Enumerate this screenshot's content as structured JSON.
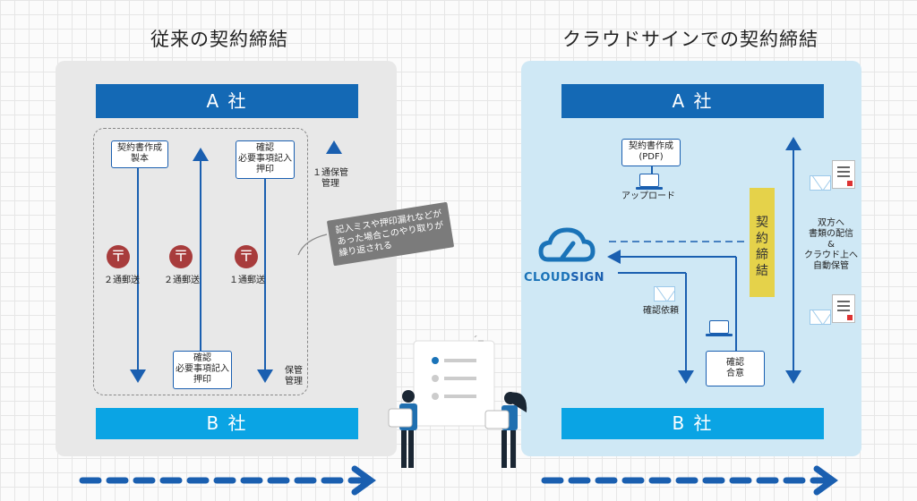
{
  "left": {
    "title": "従来の契約締結",
    "company_a": "A 社",
    "company_b": "B 社",
    "box1": [
      "契約書作成",
      "製本"
    ],
    "box2": [
      "確認",
      "必要事項記入",
      "押印"
    ],
    "box3": [
      "確認",
      "必要事項記入",
      "押印"
    ],
    "mail1": "２通郵送",
    "mail2": "２通郵送",
    "mail3": "１通郵送",
    "keep_a": [
      "１通保管",
      "管理"
    ],
    "keep_b": [
      "保管",
      "管理"
    ],
    "note": [
      "記入ミスや押印漏れなどが",
      "あった場合このやり取りが",
      "繰り返される"
    ],
    "post_glyph": "〒"
  },
  "right": {
    "title": "クラウドサインでの契約締結",
    "company_a": "A 社",
    "company_b": "B 社",
    "create_box": [
      "契約書作成",
      "(PDF)"
    ],
    "upload": "アップロード",
    "confirm_request": "確認依頼",
    "agree_box": [
      "確認",
      "合意"
    ],
    "keiyaku": [
      "契",
      "約",
      "締",
      "結"
    ],
    "storage": [
      "双方へ",
      "書類の配信",
      "&",
      "クラウド上へ",
      "自動保管"
    ],
    "brand_a": "CLOUD",
    "brand_b": "SIGN"
  },
  "colors": {
    "bar_a": "#1469b5",
    "bar_b": "#0aa4e4",
    "arrow": "#1a5fb0",
    "post": "#a83c3c",
    "keiyaku": "#e5d24a",
    "left_panel": "#e8e8e8",
    "right_panel": "#cfe8f5"
  }
}
